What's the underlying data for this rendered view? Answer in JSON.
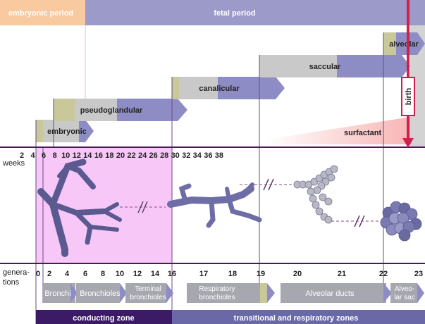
{
  "periods": {
    "embryonic": "embryonic period",
    "fetal": "fetal period"
  },
  "stages": {
    "alveolar": "alveolar",
    "saccular": "saccular",
    "canalicular": "canalicular",
    "pseudoglandular": "pseudoglandular",
    "embryonic": "embryonic"
  },
  "events": {
    "birth": "birth",
    "surfactant": "surfactant"
  },
  "weeks_label": "weeks",
  "weeks_ticks": [
    "2",
    "4",
    "6",
    "8",
    "10",
    "12",
    "14",
    "16",
    "18",
    "20",
    "22",
    "24",
    "26",
    "28",
    "30",
    "32",
    "34",
    "36",
    "38"
  ],
  "generations_label": "genera-\ntions",
  "generations_label_line1": "genera-",
  "generations_label_line2": "tions",
  "generation_ticks": [
    "0",
    "2",
    "4",
    "6",
    "8",
    "10",
    "12",
    "14",
    "16",
    "17",
    "18",
    "19",
    "20",
    "21",
    "22",
    "23"
  ],
  "airway_segments": {
    "bronchi": "Bronchi",
    "bronchioles": "Bronchioles",
    "terminal_l1": "Terminal",
    "terminal_l2": "bronchioles",
    "respiratory_l1": "Respiratory",
    "respiratory_l2": "bronchioles",
    "alveolar_ducts": "Alveolar ducts",
    "alveolar_sac_l1": "Alveo-",
    "alveolar_sac_l2": "lar sac"
  },
  "zones": {
    "conducting": "conducting zone",
    "transitional": "transitional and respiratory zones"
  },
  "colors": {
    "embryonic_period": "#f9c9a0",
    "fetal_period": "#9b9ac8",
    "conducting_bg": "#f7c8f7",
    "conducting_zone": "#3b1a66",
    "transitional_zone": "#6b68a8",
    "birth": "#d21f4e",
    "tree": "#5a5a90",
    "duct": "#a7a7b0",
    "arrow_grey": "#c9c9c9",
    "arrow_olive": "#c8c89a",
    "arrow_violet": "#8d8cc4"
  }
}
